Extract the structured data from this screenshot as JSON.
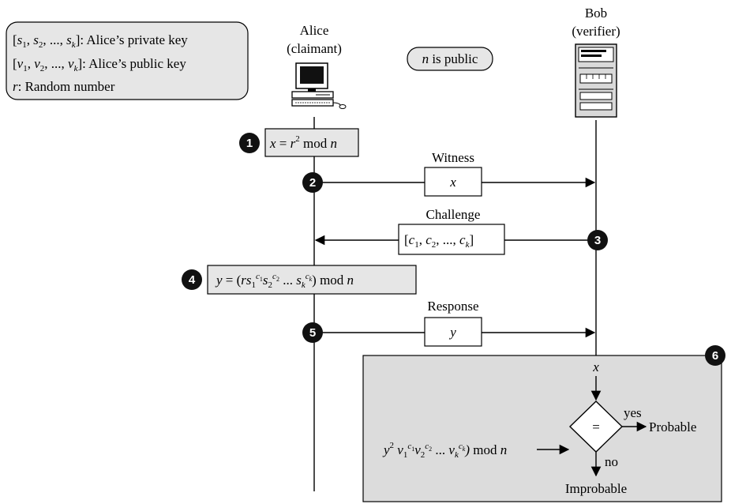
{
  "legend": {
    "private_key_suffix": "]: Alice’s private key",
    "public_key_suffix": "]: Alice’s public key",
    "random_suffix": ": Random number",
    "r_symbol": "r"
  },
  "alice": {
    "name": "Alice",
    "role": "(claimant)"
  },
  "bob": {
    "name": "Bob",
    "role": "(verifier)"
  },
  "public_note": {
    "n": "n",
    "text": " is public"
  },
  "steps": {
    "s1": "1",
    "s2": "2",
    "s3": "3",
    "s4": "4",
    "s5": "5",
    "s6": "6"
  },
  "messages": {
    "witness_label": "Witness",
    "witness_value": "x",
    "challenge_label": "Challenge",
    "response_label": "Response",
    "response_value": "y"
  },
  "verify": {
    "input_x": "x",
    "equals": "=",
    "yes": "yes",
    "no": "no",
    "probable": "Probable",
    "improbable": "Improbable"
  },
  "colors": {
    "box_fill": "#e6e6e6",
    "verify_fill": "#dcdcdc",
    "bullet": "#111111",
    "line": "#000000"
  },
  "icons": {
    "alice": "computer-icon",
    "bob": "server-icon"
  }
}
